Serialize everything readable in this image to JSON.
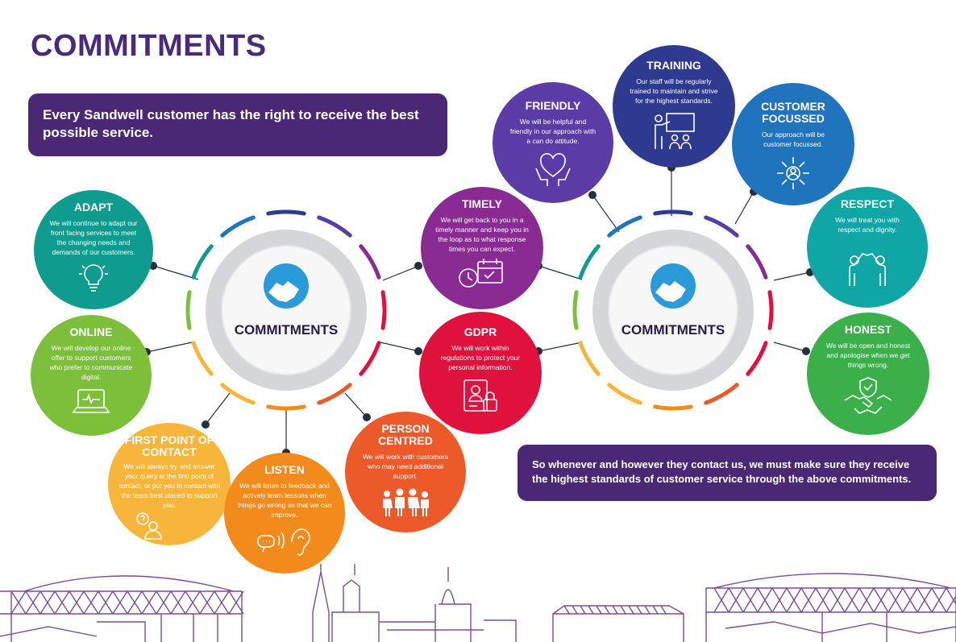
{
  "page": {
    "title": "COMMITMENTS",
    "banner_top": "Every Sandwell customer has the right to receive the best possible service.",
    "banner_bottom": "So whenever and however they contact us, we must make sure they receive the highest standards of customer service through the above commitments."
  },
  "hubs": [
    {
      "label": "COMMITMENTS",
      "icon": "handshake-icon"
    },
    {
      "label": "COMMITMENTS",
      "icon": "handshake-icon"
    }
  ],
  "bubbles": {
    "adapt": {
      "title": "ADAPT",
      "text": "We will continue to adapt our front facing services to meet the changing needs and demands of our customers.",
      "color": "#0f9b8e",
      "icon": "lightbulb-icon"
    },
    "online": {
      "title": "ONLINE",
      "text": "We will develop our online offer to support customers who prefer to communicate digital.",
      "color": "#7bbf3b",
      "icon": "laptop-icon"
    },
    "first_point": {
      "title": "FIRST POINT OF CONTACT",
      "text": "We will always try and answer your query at the first point of contact, or put you in contact with the team best placed to support you.",
      "color": "#f7b53b",
      "icon": "question-person-icon"
    },
    "listen": {
      "title": "LISTEN",
      "text": "We will listen to feedback and actively learn lessons when things go wrong so that we can improve.",
      "color": "#f28a1c",
      "icon": "ear-icon"
    },
    "person_centred": {
      "title": "PERSON CENTRED",
      "text": "We will work with customers who may need additional support.",
      "color": "#ec5a2a",
      "icon": "family-icon"
    },
    "gdpr": {
      "title": "GDPR",
      "text": "We will work within regulations to protect your personal information.",
      "color": "#e0123d",
      "icon": "padlock-document-icon"
    },
    "timely": {
      "title": "TIMELY",
      "text": "We will get back to you in a timely manner and keep you in the loop as to what response times you can expect.",
      "color": "#8a2a93",
      "icon": "calendar-clock-icon"
    },
    "friendly": {
      "title": "FRIENDLY",
      "text": "We will be helpful and friendly in our approach with a can do attitude.",
      "color": "#5b3ba5",
      "icon": "heart-hands-icon"
    },
    "training": {
      "title": "TRAINING",
      "text": "Our staff will be regularly trained to maintain and strive for the highest standards.",
      "color": "#2e3a8f",
      "icon": "presentation-icon"
    },
    "customer_focussed": {
      "title": "CUSTOMER FOCUSSED",
      "text": "Our approach will be customer focussed.",
      "color": "#1f74bd",
      "icon": "target-person-icon"
    },
    "respect": {
      "title": "RESPECT",
      "text": "We will treat you with respect and dignity.",
      "color": "#10a6a6",
      "icon": "high-five-icon"
    },
    "honest": {
      "title": "HONEST",
      "text": "We will be open and honest and apologise when we get things wrong.",
      "color": "#3bb04a",
      "icon": "handshake-shield-icon"
    }
  },
  "colors": {
    "purple": "#4a2876",
    "title": "#4a2a7a",
    "skyline": "#7a4aa0",
    "connector": "#243040"
  }
}
